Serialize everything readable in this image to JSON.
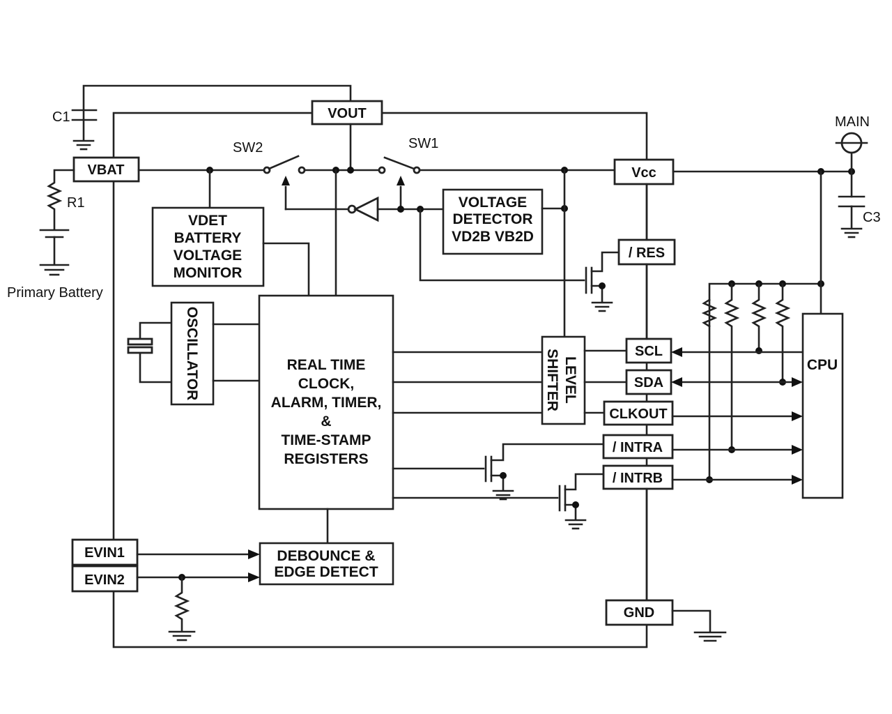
{
  "diagram": {
    "labels": {
      "c1": "C1",
      "r1": "R1",
      "primary_battery": "Primary Battery",
      "sw2": "SW2",
      "sw1": "SW1",
      "main": "MAIN",
      "c3": "C3"
    },
    "pins": {
      "vout": "VOUT",
      "vbat": "VBAT",
      "vcc": "Vcc",
      "res": "/ RES",
      "scl": "SCL",
      "sda": "SDA",
      "clkout": "CLKOUT",
      "intra": "/ INTRA",
      "intrb": "/ INTRB",
      "evin1": "EVIN1",
      "evin2": "EVIN2",
      "gnd": "GND"
    },
    "blocks": {
      "vdet": [
        "VDET",
        "BATTERY",
        "VOLTAGE",
        "MONITOR"
      ],
      "voltage_detector": [
        "VOLTAGE",
        "DETECTOR",
        "VD2B VB2D"
      ],
      "oscillator": "OSCILLATOR",
      "rtc": [
        "REAL TIME",
        "CLOCK,",
        "ALARM, TIMER,",
        "&",
        "TIME-STAMP",
        "REGISTERS"
      ],
      "level_shifter": [
        "LEVEL",
        "SHIFTER"
      ],
      "debounce": [
        "DEBOUNCE &",
        "EDGE DETECT"
      ],
      "cpu": "CPU"
    }
  }
}
